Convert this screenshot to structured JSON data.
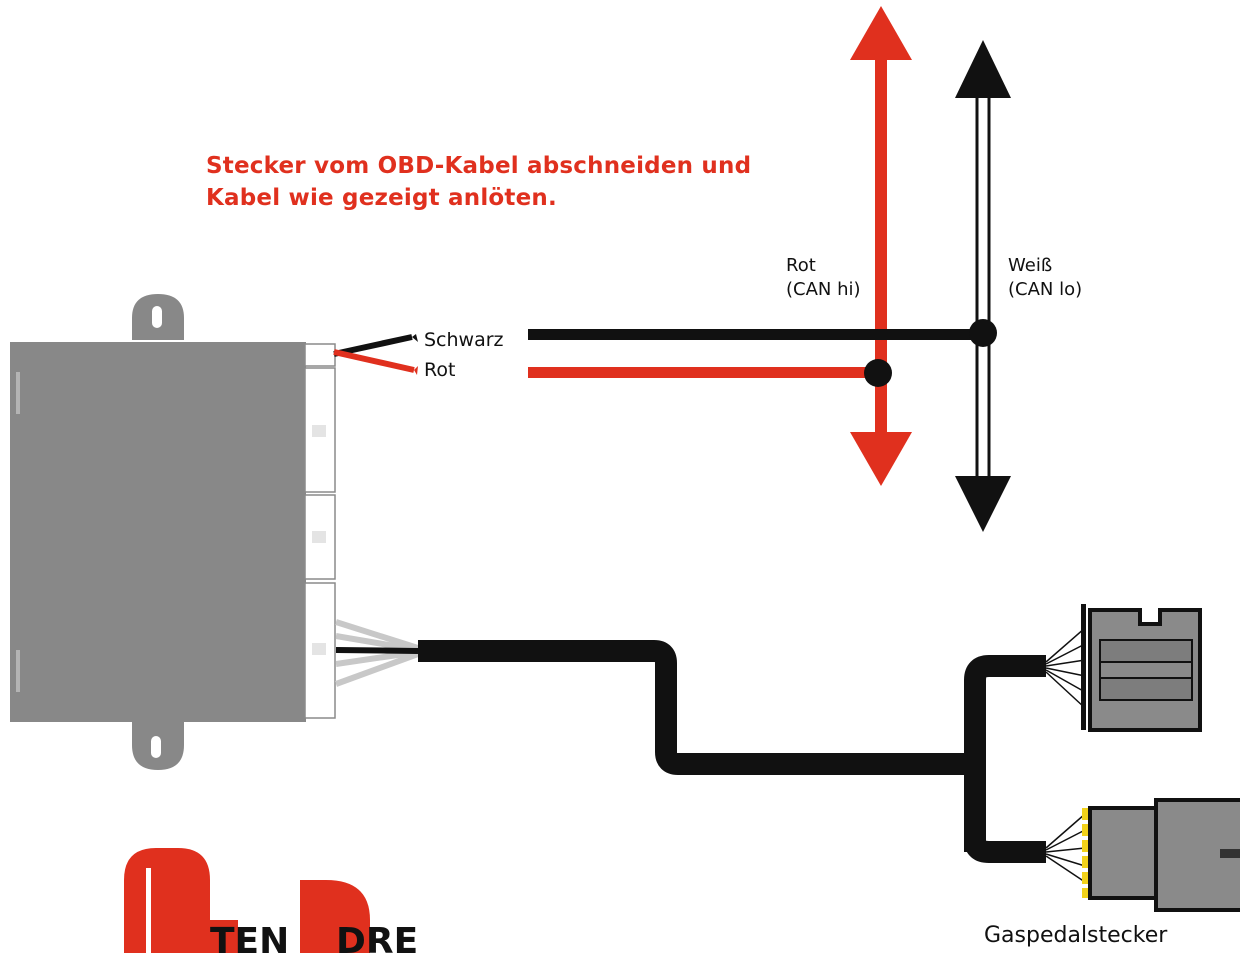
{
  "instruction": {
    "line1": "Stecker vom OBD-Kabel abschneiden und",
    "line2": "Kabel wie gezeigt anlöten."
  },
  "bus_labels": {
    "red_name": "Rot",
    "red_signal": "(CAN hi)",
    "white_name": "Weiß",
    "white_signal": "(CAN lo)"
  },
  "wire_labels": {
    "black": "Schwarz",
    "red": "Rot"
  },
  "connector_label": "Gaspedalstecker",
  "colors": {
    "red": "#e0301e",
    "black": "#111111",
    "module_gray": "#888888",
    "connector_gray": "#8a8a8a",
    "pin_yellow": "#f2d21b"
  }
}
